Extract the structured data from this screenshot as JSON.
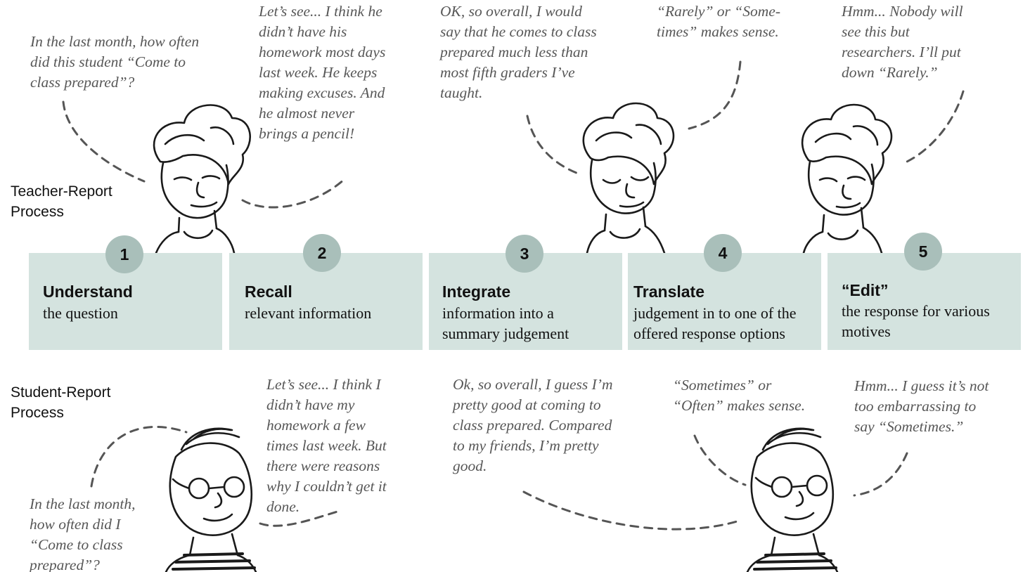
{
  "row_labels": {
    "teacher": "Teacher-Report\nProcess",
    "student": "Student-Report\nProcess"
  },
  "steps": [
    {
      "number": "1",
      "title": "Understand",
      "desc": [
        "the question"
      ]
    },
    {
      "number": "2",
      "title": "Recall",
      "desc": [
        "relevant information"
      ]
    },
    {
      "number": "3",
      "title": "Integrate",
      "desc": [
        "information into a",
        "summary judgement"
      ]
    },
    {
      "number": "4",
      "title": "Translate",
      "desc": [
        "judgement in to one of the",
        "offered response options"
      ]
    },
    {
      "number": "5",
      "title": "“Edit”",
      "desc": [
        "the response for various",
        "motives"
      ]
    }
  ],
  "teacher_quotes": [
    [
      "In the last month, how often",
      "did this student “Come to",
      "class prepared”?"
    ],
    [
      "Let’s see... I think he",
      "didn’t have his",
      "homework most days",
      "last week. He keeps",
      "making excuses. And",
      "he almost never",
      "brings a pencil!"
    ],
    [
      "OK, so overall, I would",
      "say that he comes to class",
      "prepared much less than",
      "most fifth graders I’ve",
      "taught."
    ],
    [
      "“Rarely” or “Some-",
      "times” makes sense."
    ],
    [
      "Hmm... Nobody will",
      "see this but",
      "researchers. I’ll put",
      "down “Rarely.”"
    ]
  ],
  "student_quotes": [
    [
      "In the last month,",
      "how often did I",
      "“Come to class",
      "prepared”?"
    ],
    [
      "Let’s see... I think I",
      "didn’t have my",
      "homework a few",
      "times last week. But",
      "there were reasons",
      "why I couldn’t get it",
      "done."
    ],
    [
      "Ok, so overall, I guess I’m",
      "pretty good at coming to",
      "class prepared. Compared",
      "to my friends, I’m pretty",
      "good."
    ],
    [
      "“Sometimes” or",
      "“Often” makes sense."
    ],
    [
      "Hmm... I guess it’s not",
      "too embarrassing to",
      "say “Sometimes.”"
    ]
  ],
  "colors": {
    "box_fill": "#d4e3df",
    "circle_fill": "#a9bfba",
    "quote_text": "#575757",
    "sketch_line": "#1a1a1a",
    "dash_line": "#555555"
  }
}
